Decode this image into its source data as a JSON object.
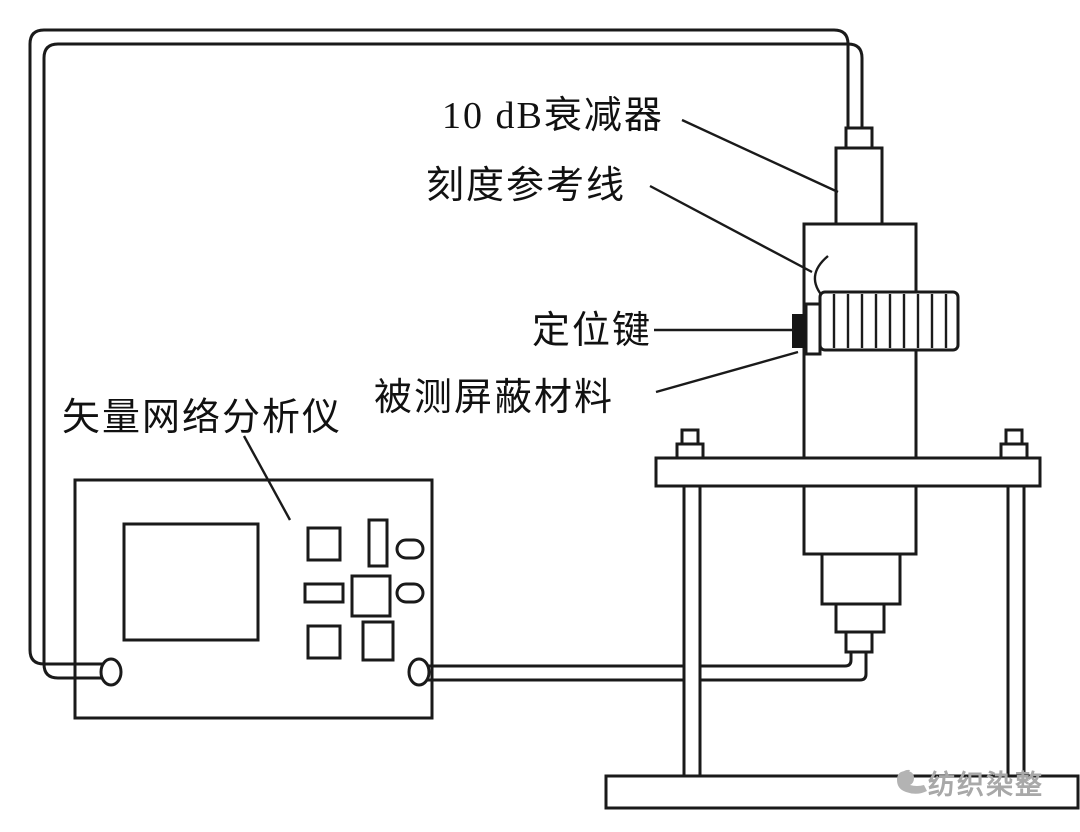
{
  "diagram": {
    "title_context": "Shielding effectiveness test setup diagram",
    "labels": {
      "attenuator": "10 dB衰减器",
      "reference_line": "刻度参考线",
      "positioning_key": "定位键",
      "shielding_material": "被测屏蔽材料",
      "analyzer": "矢量网络分析仪"
    },
    "watermark": "纺织染整",
    "colors": {
      "line": "#1a1a1a",
      "label_text": "#111111",
      "watermark": "#a8a8a8",
      "background": "#ffffff"
    },
    "icons": {
      "watermark_logo": "bird-logo-icon"
    }
  }
}
